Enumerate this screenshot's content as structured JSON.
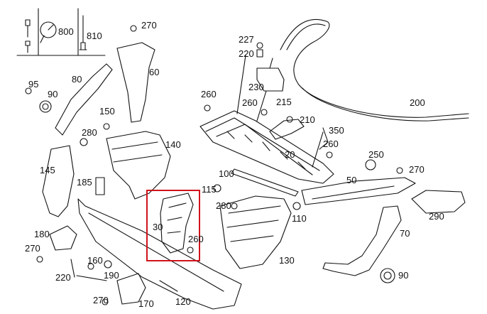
{
  "diagram": {
    "highlight_color": "#d0121b",
    "legend": [
      {
        "number": "800",
        "icon": "wrench-dial-icon"
      },
      {
        "number": "810",
        "icon": "rivet-icon"
      }
    ],
    "callouts": {
      "c270a": "270",
      "c60": "60",
      "c80": "80",
      "c95": "95",
      "c90a": "90",
      "c150": "150",
      "c280a": "280",
      "c140": "140",
      "c145": "145",
      "c185": "185",
      "c227": "227",
      "c220a": "220",
      "c230": "230",
      "c260a": "260",
      "c260b": "260",
      "c215": "215",
      "c210": "210",
      "c350": "350",
      "c200": "200",
      "c20": "20",
      "c260c": "260",
      "c250": "250",
      "c270b": "270",
      "c100": "100",
      "c50": "50",
      "c115": "115",
      "c280b": "280",
      "c110": "110",
      "c290": "290",
      "c30": "30",
      "c260d": "260",
      "c70": "70",
      "c180": "180",
      "c270c": "270",
      "c160": "160",
      "c130": "130",
      "c220b": "220",
      "c190": "190",
      "c90b": "90",
      "c270d": "270",
      "c170": "170",
      "c120": "120"
    }
  }
}
